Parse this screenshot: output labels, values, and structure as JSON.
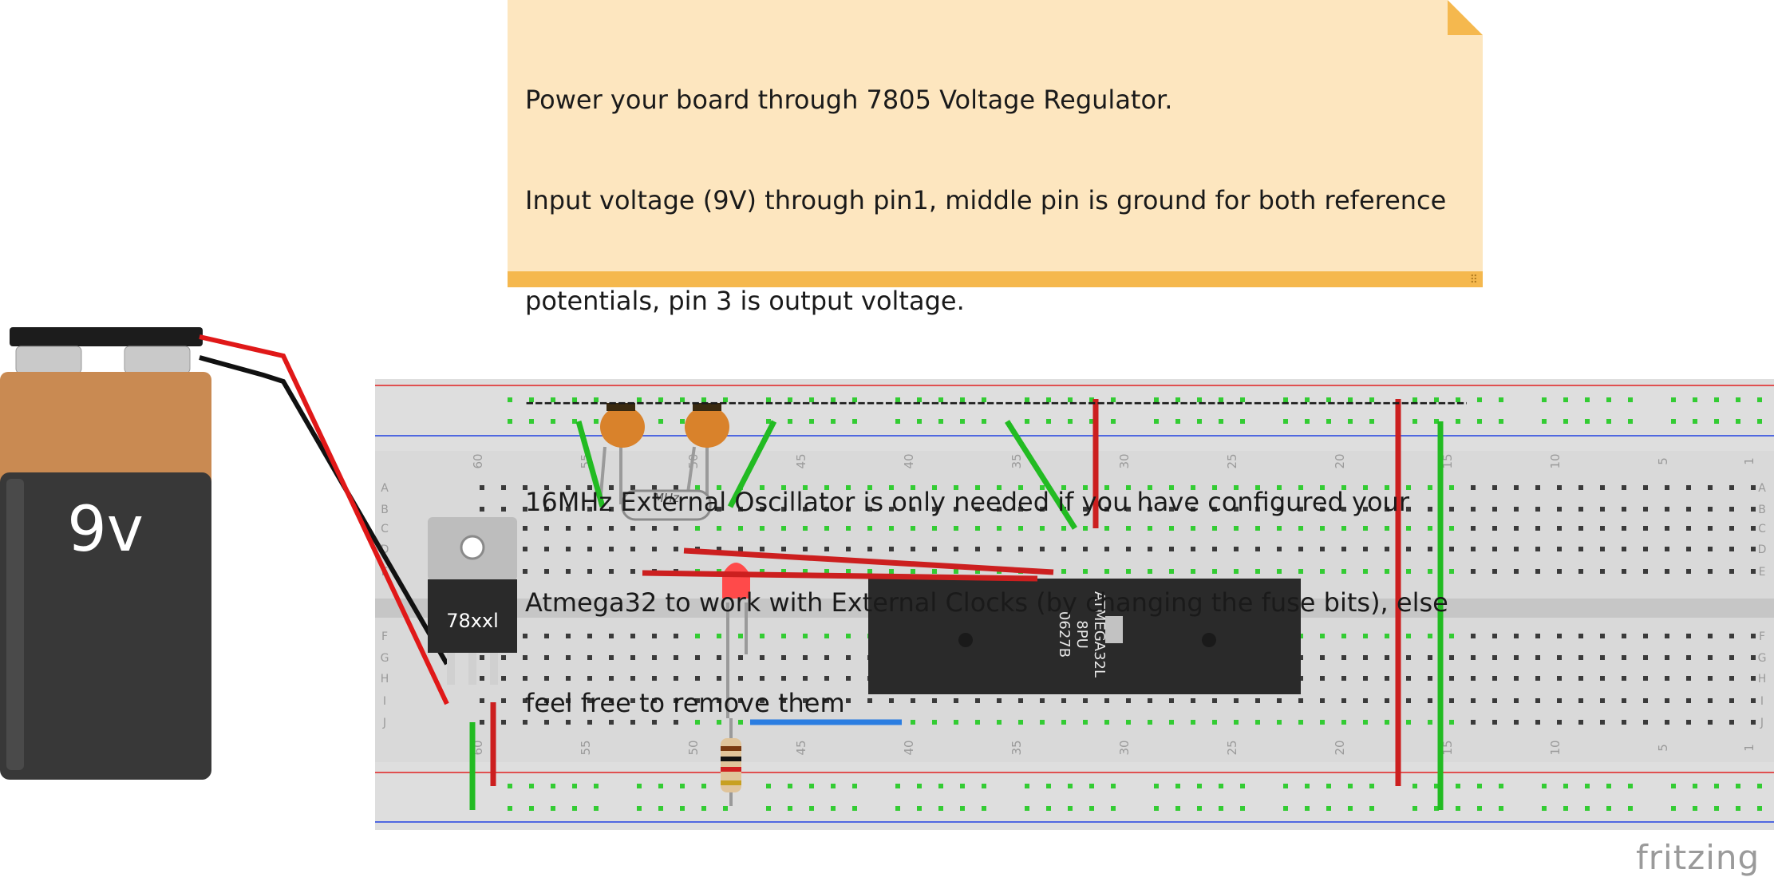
{
  "note": {
    "lines": [
      "Power your board through 7805 Voltage Regulator.",
      "Input voltage (9V) through pin1, middle pin is ground for both reference",
      "potentials, pin 3 is output voltage.",
      "-----------------------------------------------------------------------------------------------------------",
      "16MHz External Oscillator is only needed if you have configured your",
      "Atmega32 to work with External Clocks (by changing the fuse bits), else",
      "feel free to remove them"
    ]
  },
  "battery": {
    "label": "9v"
  },
  "regulator": {
    "label": "78xxl"
  },
  "crystal": {
    "label": "MHz"
  },
  "chip": {
    "line1": "ATMEGA32L",
    "line2": "8PU",
    "line3": "0627B"
  },
  "breadboard": {
    "column_numbers": [
      "60",
      "55",
      "50",
      "45",
      "40",
      "35",
      "30",
      "25",
      "20",
      "15",
      "10",
      "5",
      "1"
    ],
    "row_letters_top": [
      "A",
      "B",
      "C",
      "D",
      "E"
    ],
    "row_letters_bottom": [
      "F",
      "G",
      "H",
      "I",
      "J"
    ]
  },
  "watermark": "fritzing",
  "colors": {
    "wire_red": "#cc1f1f",
    "wire_green": "#22bb22",
    "wire_blue": "#2a7de1",
    "wire_black": "#111111",
    "note_bg": "#fde6bf",
    "note_bar": "#f5b84e",
    "battery_copper": "#c98a52",
    "battery_body": "#383838"
  }
}
